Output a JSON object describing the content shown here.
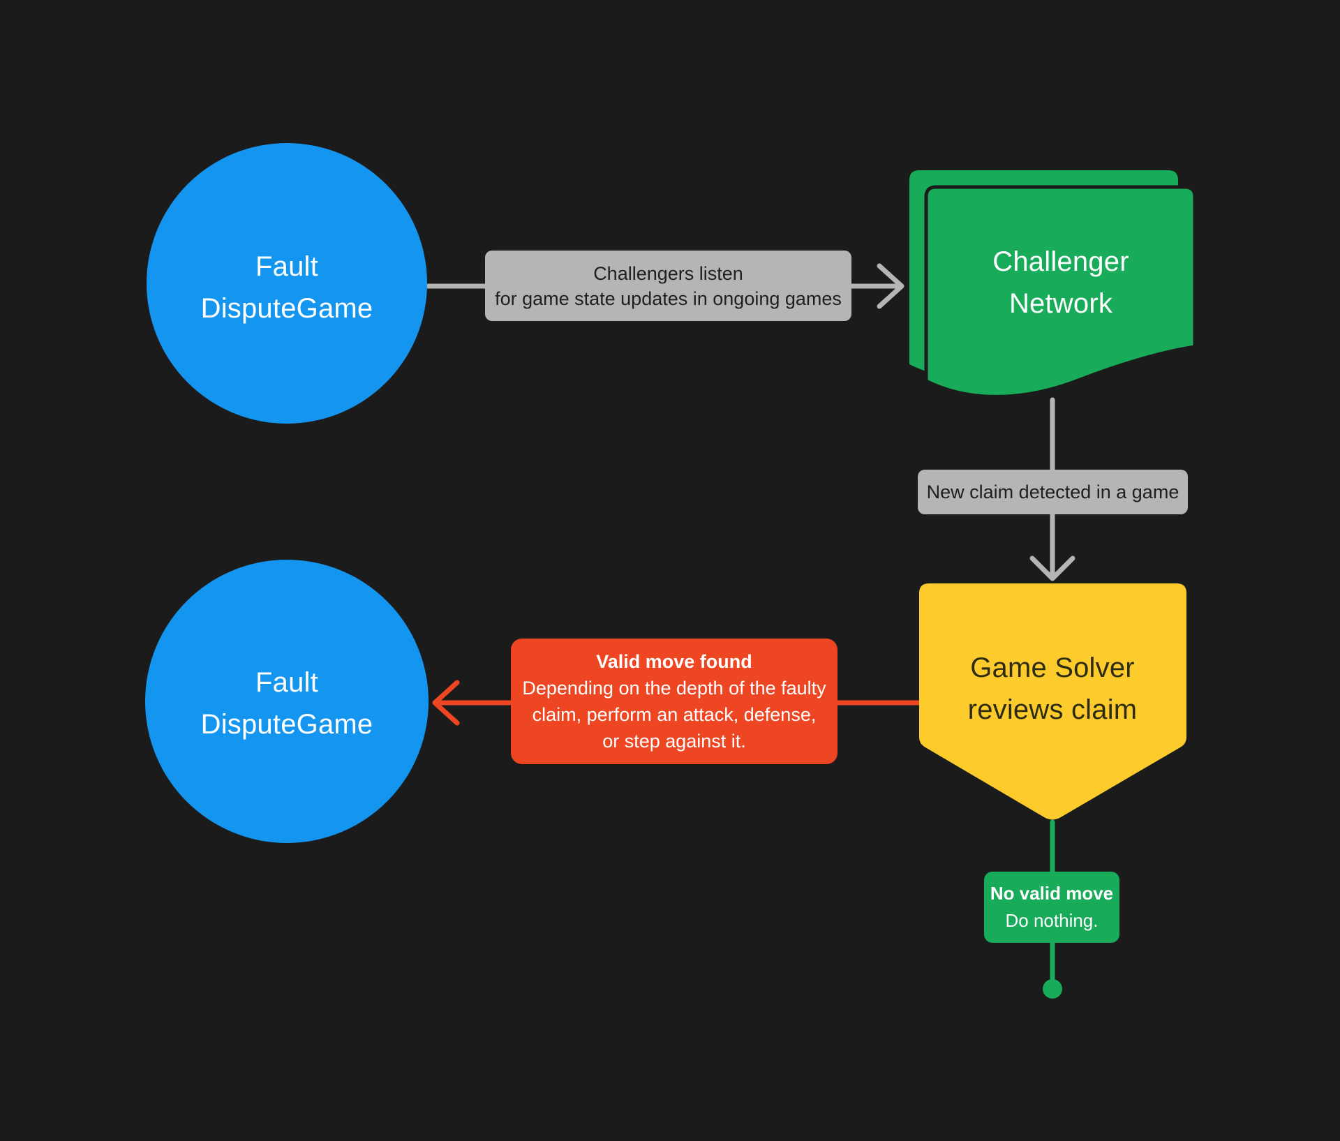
{
  "colors": {
    "background": "#1C1B1B",
    "node_blue": "#1496F0",
    "node_green": "#17AB5A",
    "node_yellow": "#FDCC2C",
    "accent_red": "#EE4623",
    "gray_label_bg": "#B5B5B5",
    "gray_label_text": "#1F1F1F",
    "white_text": "#FFFFFF",
    "yellow_node_text": "#2E2B13"
  },
  "nodes": {
    "fault_dispute_game_top": {
      "line1": "Fault",
      "line2": "DisputeGame"
    },
    "challenger_network": {
      "line1": "Challenger",
      "line2": "Network"
    },
    "game_solver": {
      "line1": "Game Solver",
      "line2": "reviews claim"
    },
    "fault_dispute_game_bottom": {
      "line1": "Fault",
      "line2": "DisputeGame"
    }
  },
  "edges": {
    "listen_label": {
      "line1": "Challengers listen",
      "line2": "for game state updates in ongoing games"
    },
    "new_claim_label": {
      "text": "New claim detected in a game"
    },
    "valid_move": {
      "title": "Valid move found",
      "body_line1": "Depending on the depth of the faulty",
      "body_line2": "claim, perform an attack, defense,",
      "body_line3": "or step against it."
    },
    "no_valid_move": {
      "title": "No valid move",
      "body": "Do nothing."
    }
  }
}
